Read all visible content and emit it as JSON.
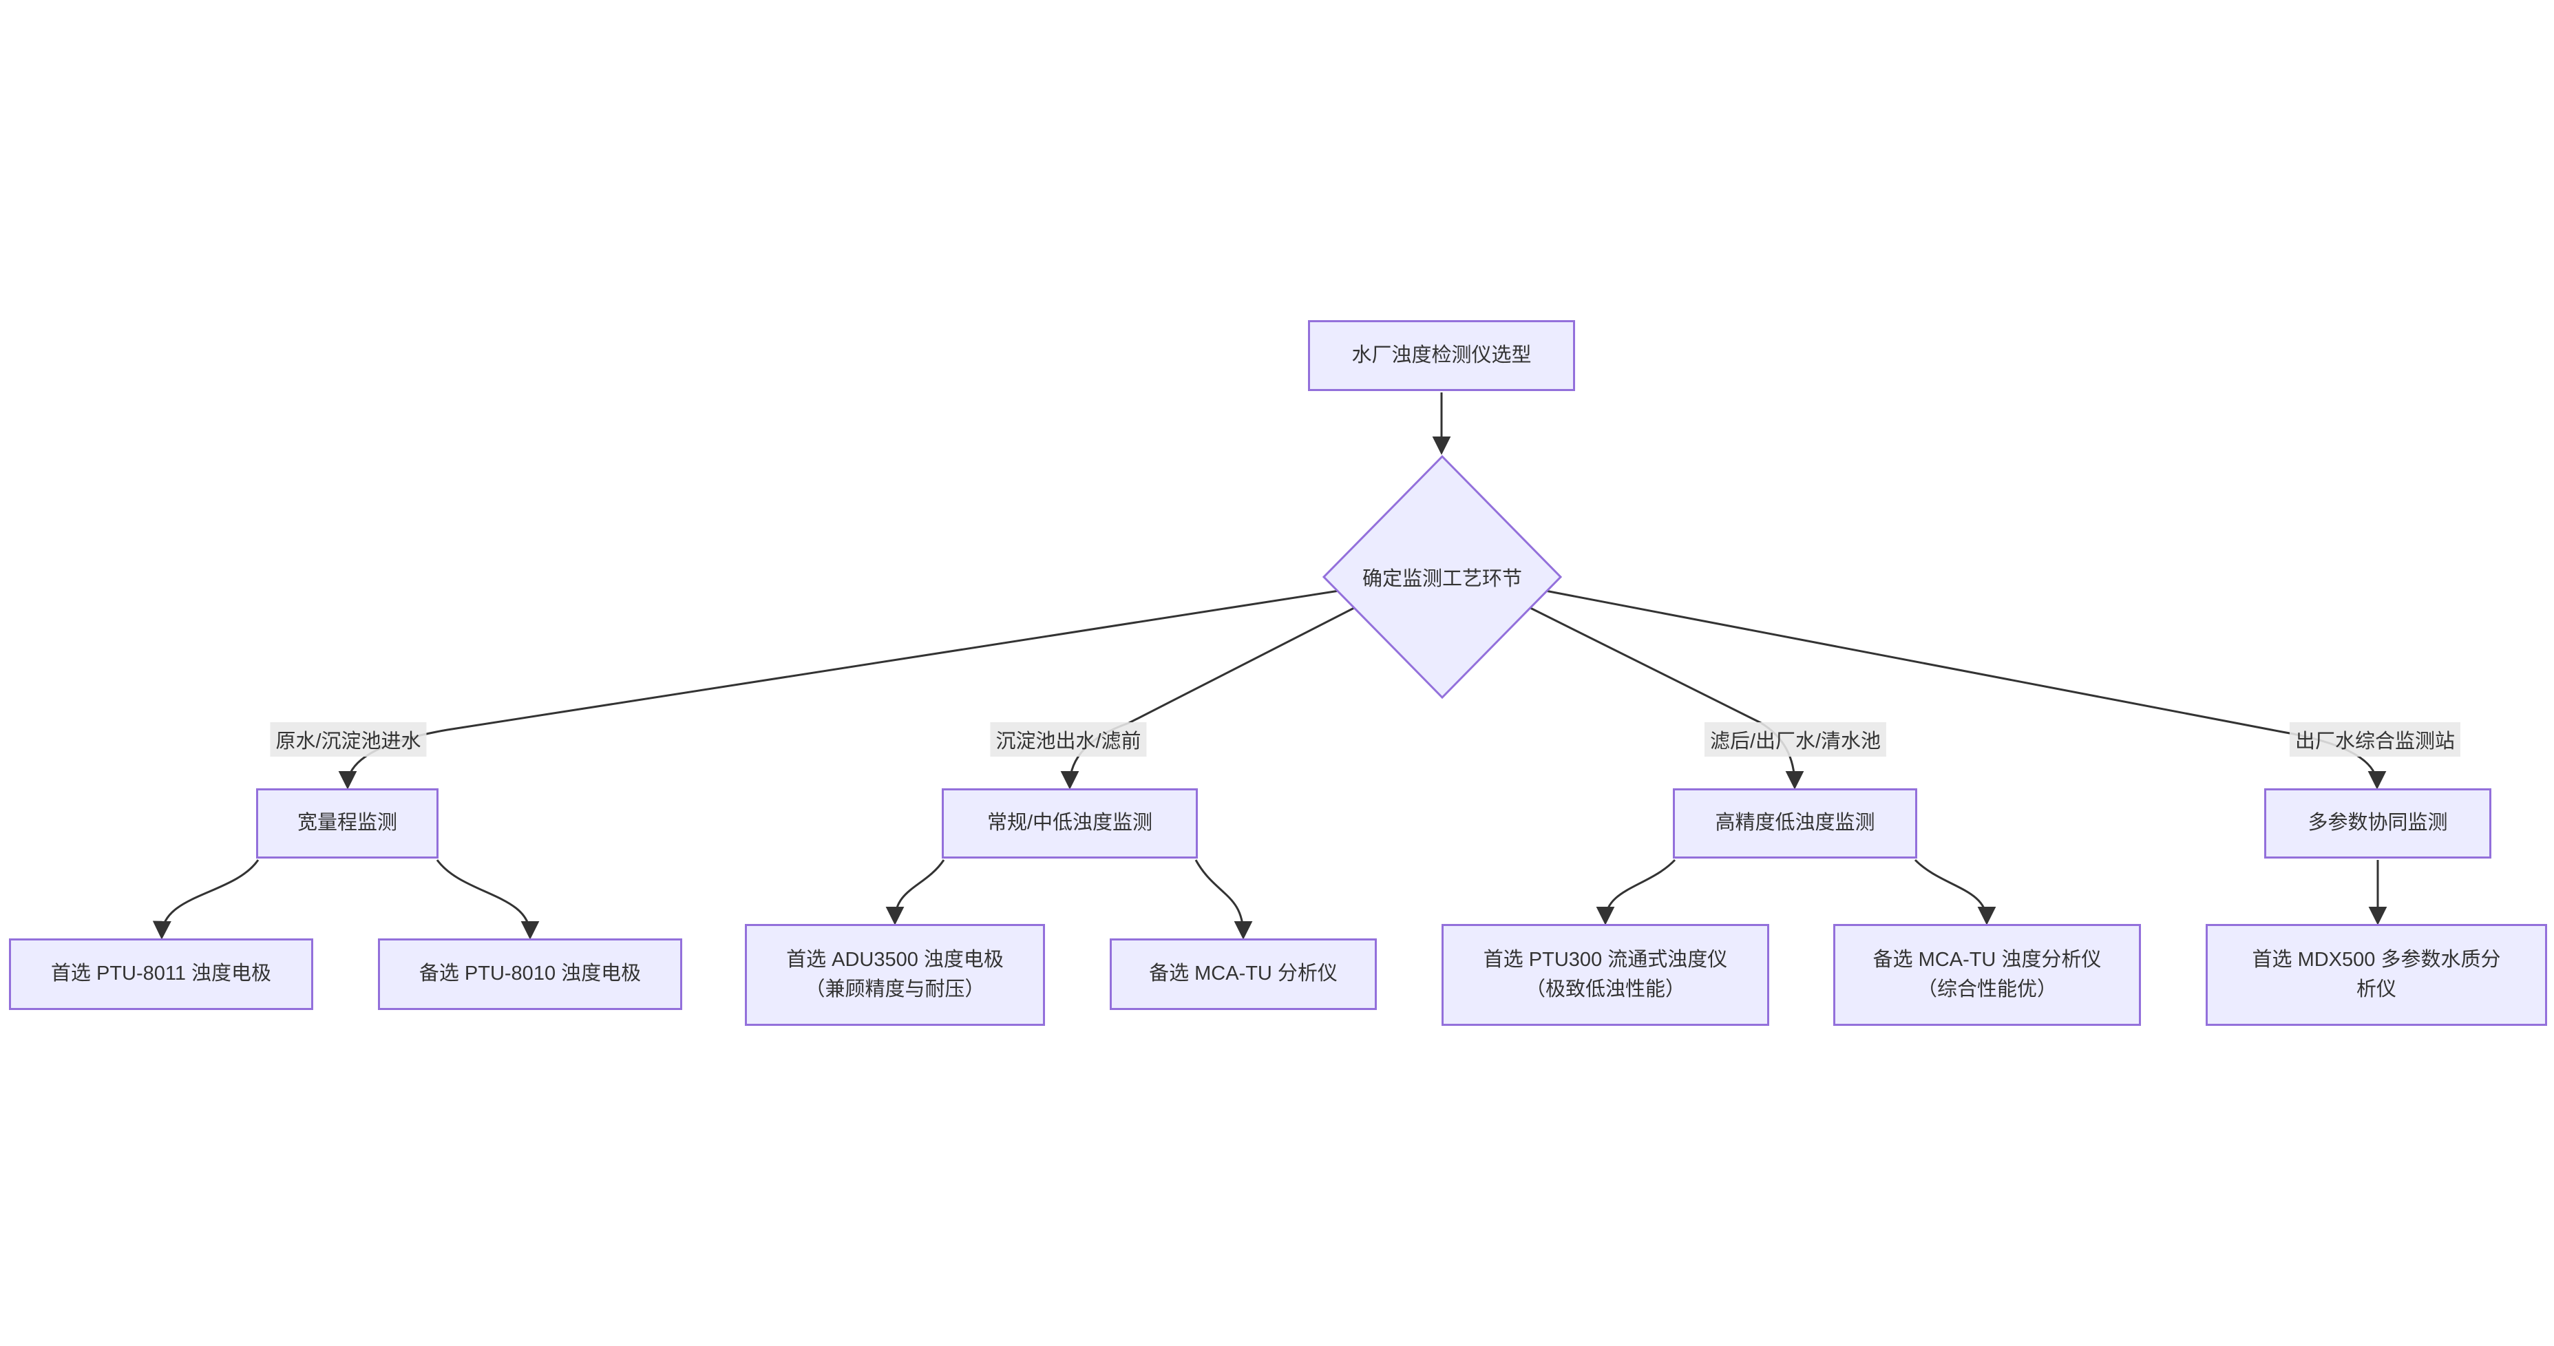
{
  "flow": {
    "root": "水厂浊度检测仪选型",
    "decision": "确定监测工艺环节",
    "branches": [
      {
        "edge_label": "原水/沉淀池进水",
        "category": "宽量程监测",
        "options": [
          {
            "lines": [
              "首选 PTU-8011 浊度电极"
            ]
          },
          {
            "lines": [
              "备选 PTU-8010 浊度电极"
            ]
          }
        ]
      },
      {
        "edge_label": "沉淀池出水/滤前",
        "category": "常规/中低浊度监测",
        "options": [
          {
            "lines": [
              "首选 ADU3500 浊度电极",
              "（兼顾精度与耐压）"
            ]
          },
          {
            "lines": [
              "备选 MCA-TU 分析仪"
            ]
          }
        ]
      },
      {
        "edge_label": "滤后/出厂水/清水池",
        "category": "高精度低浊度监测",
        "options": [
          {
            "lines": [
              "首选 PTU300 流通式浊度仪",
              "（极致低浊性能）"
            ]
          },
          {
            "lines": [
              "备选 MCA-TU 浊度分析仪",
              "（综合性能优）"
            ]
          }
        ]
      },
      {
        "edge_label": "出厂水综合监测站",
        "category": "多参数协同监测",
        "options": [
          {
            "lines": [
              "首选 MDX500 多参数水质分",
              "析仪"
            ]
          }
        ]
      }
    ],
    "colors": {
      "node_fill": "#ECECFF",
      "node_border": "#9370DB",
      "edge_line": "#333333",
      "edge_label_bg": "#E8E8E8",
      "text": "#333333",
      "background": "#FFFFFF"
    }
  }
}
